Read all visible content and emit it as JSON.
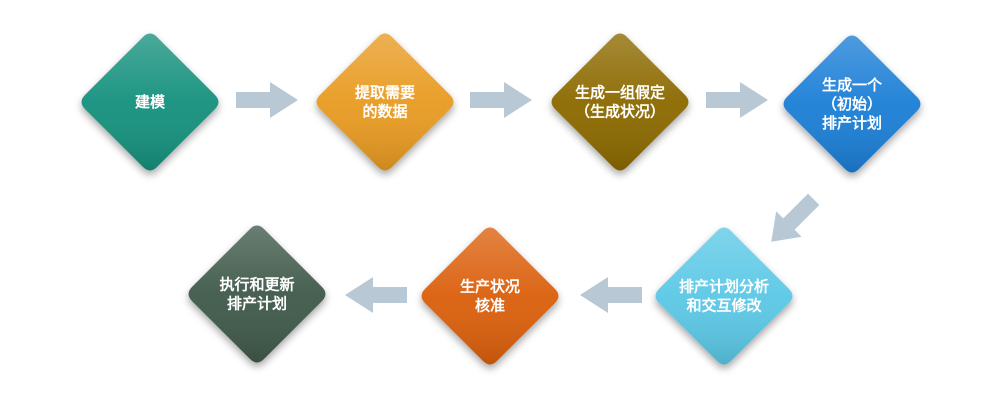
{
  "steps": [
    {
      "lines": [
        "建模"
      ],
      "color": "#17917e"
    },
    {
      "lines": [
        "提取需要",
        "的数据"
      ],
      "color": "#e89b20"
    },
    {
      "lines": [
        "生成一组假定",
        "（生成状况）"
      ],
      "color": "#8c6a00"
    },
    {
      "lines": [
        "生成一个",
        "（初始）",
        "排产计划"
      ],
      "color": "#1e7fd6"
    },
    {
      "lines": [
        "排产计划分析",
        "和交互修改"
      ],
      "color": "#5cc8e6"
    },
    {
      "lines": [
        "生产状况",
        "核准"
      ],
      "color": "#db6010"
    },
    {
      "lines": [
        "执行和更新",
        "排产计划"
      ],
      "color": "#3f5a4c"
    }
  ],
  "arrow_color": "#b8c8d4"
}
